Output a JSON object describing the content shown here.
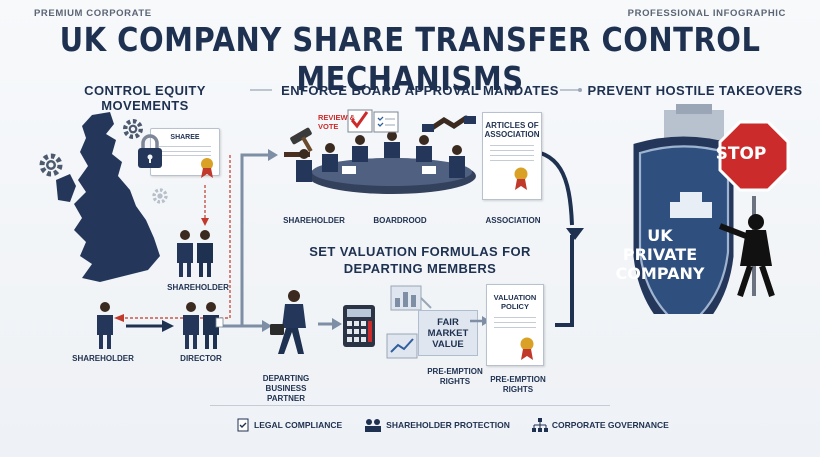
{
  "header": {
    "left_tag": "PREMIUM CORPORATE",
    "right_tag": "PROFESSIONAL INFOGRAPHIC",
    "title": "UK COMPANY SHARE TRANSFER CONTROL MECHANISMS"
  },
  "sections": {
    "control": {
      "heading": "CONTROL EQUITY MOVEMENTS",
      "certificate_label": "SHAREE",
      "shareholder_top": "SHAREHOLDER",
      "shareholder_bottom": "SHAREHOLDER",
      "director": "DIRECTOR"
    },
    "board": {
      "heading": "ENFORCE BOARD APPROVAL MANDATES",
      "review_sign": "REVIEW & VOTE",
      "articles_doc": "ARTICLES OF ASSOCIATION",
      "cap_shareholder": "SHAREHOLDER",
      "cap_boardroom": "BOARDROOD",
      "cap_association": "ASSOCIATION"
    },
    "valuation": {
      "heading_line1": "SET VALUATION FORMULAS FOR",
      "heading_line2": "DEPARTING MEMBERS",
      "departing": "DEPARTING BUSINESS PARTNER",
      "fair_value": "FAIR MARKET VALUE",
      "pre_emption_1": "PRE-EMPTION RIGHTS",
      "policy_doc": "VALUATION POLICY",
      "pre_emption_2": "PRE-EMPTION RIGHTS"
    },
    "takeover": {
      "heading": "PREVENT HOSTILE TAKEOVERS",
      "shield_text": "UK PRIVATE COMPANY",
      "stop_sign": "STOP"
    }
  },
  "footer": {
    "legal": "LEGAL COMPLIANCE",
    "protection": "SHAREHOLDER PROTECTION",
    "governance": "CORPORATE GOVERNANCE"
  },
  "colors": {
    "navy": "#1f3150",
    "accent_blue": "#2f5f9e",
    "stop_red": "#cc2b2b",
    "gold": "#d9a126",
    "arrow_red": "#c0392b"
  }
}
